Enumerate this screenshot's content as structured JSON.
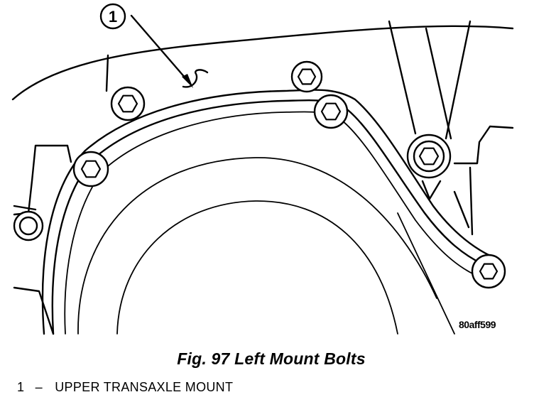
{
  "figure": {
    "callout_number": "1",
    "image_code": "80aff599"
  },
  "caption": "Fig. 97 Left Mount Bolts",
  "legend": [
    {
      "number": "1",
      "separator": "–",
      "label": "UPPER TRANSAXLE MOUNT"
    }
  ]
}
